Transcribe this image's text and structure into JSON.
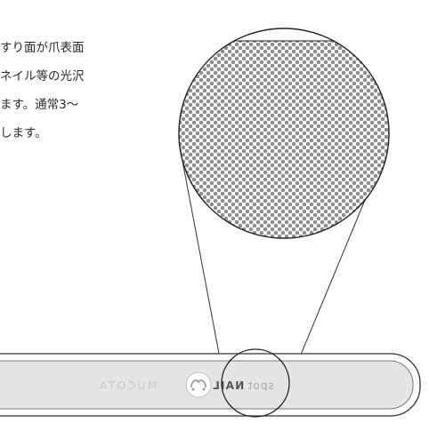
{
  "description_lines": [
    "すり面が爪表面",
    "ネイル等の光沢",
    "ます。通常3～",
    "します。"
  ],
  "file": {
    "brand_text": "MUCOTA",
    "product_text_light": "spot",
    "product_text_bold": "NAIL"
  }
}
